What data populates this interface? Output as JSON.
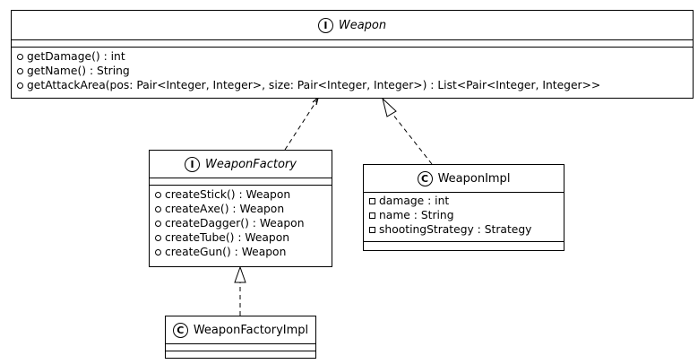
{
  "diagram": {
    "weapon": {
      "stereotype": "I",
      "name": "Weapon",
      "members": [
        {
          "vis": "public",
          "text": "getDamage() : int"
        },
        {
          "vis": "public",
          "text": "getName() : String"
        },
        {
          "vis": "public",
          "text": "getAttackArea(pos: Pair<Integer, Integer>, size: Pair<Integer, Integer>) : List<Pair<Integer, Integer>>"
        }
      ]
    },
    "weapon_factory": {
      "stereotype": "I",
      "name": "WeaponFactory",
      "members": [
        {
          "vis": "public",
          "text": "createStick() : Weapon"
        },
        {
          "vis": "public",
          "text": "createAxe() : Weapon"
        },
        {
          "vis": "public",
          "text": "createDagger() : Weapon"
        },
        {
          "vis": "public",
          "text": "createTube() : Weapon"
        },
        {
          "vis": "public",
          "text": "createGun() : Weapon"
        }
      ]
    },
    "weapon_impl": {
      "stereotype": "C",
      "name": "WeaponImpl",
      "members": [
        {
          "vis": "private",
          "text": "damage : int"
        },
        {
          "vis": "private",
          "text": "name : String"
        },
        {
          "vis": "private",
          "text": "shootingStrategy : Strategy"
        }
      ]
    },
    "weapon_factory_impl": {
      "stereotype": "C",
      "name": "WeaponFactoryImpl",
      "members": []
    }
  }
}
